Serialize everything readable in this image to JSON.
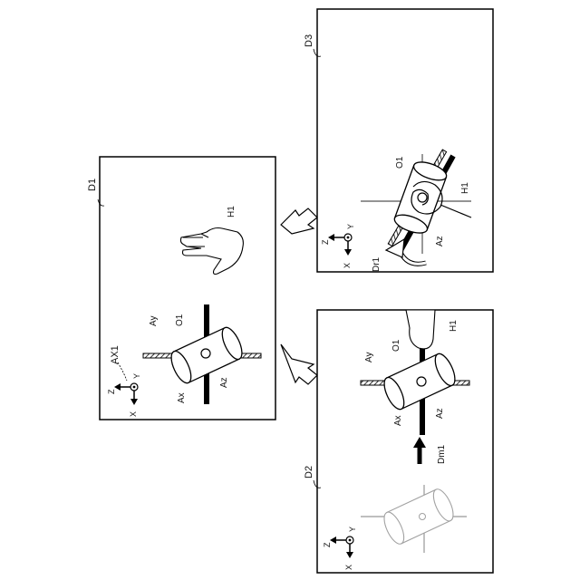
{
  "panels": {
    "d1": {
      "label": "D1",
      "axis_label": "AX1",
      "object_label": "O1",
      "hand_label": "H1",
      "axis_x": "Ax",
      "axis_y": "Ay",
      "axis_z": "Az",
      "coord": {
        "z": "Z",
        "y": "Y",
        "x": "X"
      }
    },
    "d2": {
      "label": "D2",
      "object_label": "O1",
      "hand_label": "H1",
      "axis_x": "Ax",
      "axis_y": "Ay",
      "axis_z": "Az",
      "move_label": "Dm1",
      "coord": {
        "z": "Z",
        "y": "Y",
        "x": "X"
      }
    },
    "d3": {
      "label": "D3",
      "object_label": "O1",
      "hand_label": "H1",
      "axis_z": "Az",
      "rotate_label": "Dr1",
      "coord": {
        "z": "Z",
        "y": "Y",
        "x": "X"
      }
    }
  }
}
